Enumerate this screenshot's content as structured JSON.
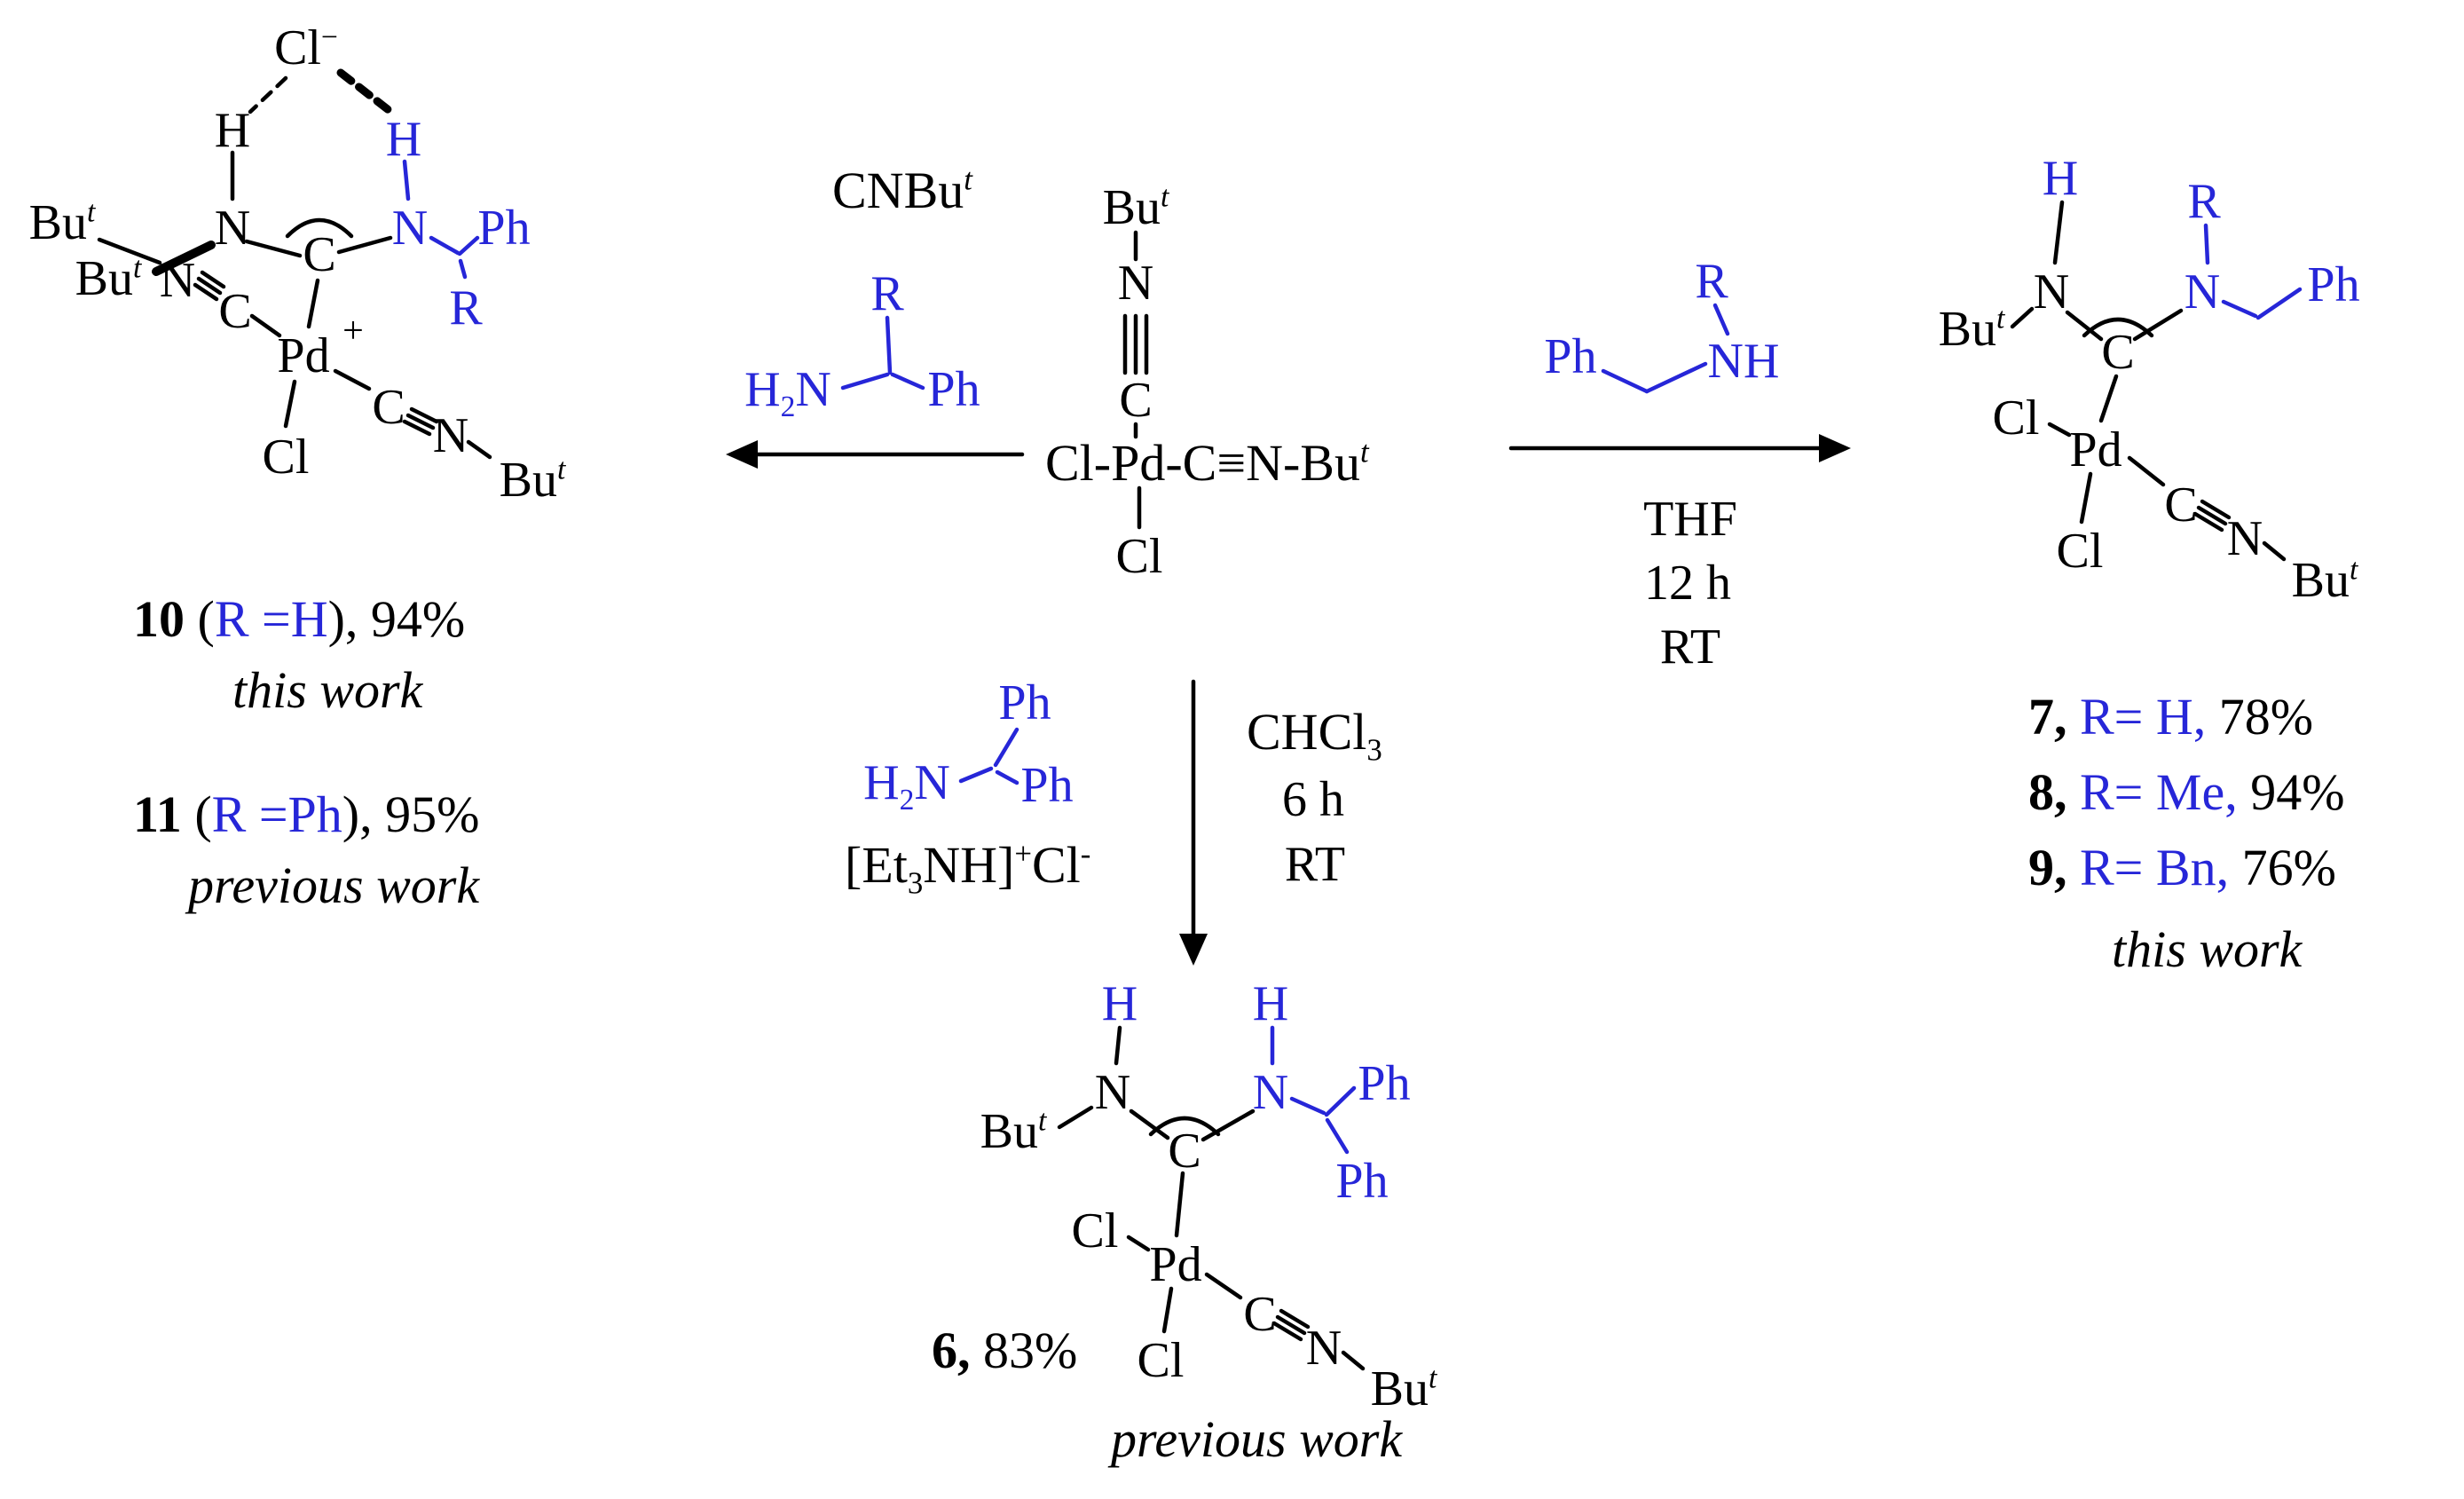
{
  "colors": {
    "blue": "#2626d8",
    "black": "#000000"
  },
  "sym": {
    "Bu": "Bu",
    "t": "t",
    "N": "N",
    "C": "C",
    "H": "H",
    "Cl": "Cl",
    "Pd": "Pd",
    "Ph": "Ph",
    "R": "R",
    "NH": "NH",
    "plus": "+",
    "minus": "−",
    "sub2": "2",
    "sub3": "3"
  },
  "central": {
    "backbone": "Cl-Pd-C≡N-Bu",
    "backbone_sup": "t"
  },
  "reagents": {
    "left": {
      "cnbu": "CNBu",
      "cnbu_sup": "t"
    },
    "right": {
      "solvent": "THF",
      "time": "12 h",
      "temp": "RT"
    },
    "down": {
      "solvent": "CHCl",
      "solvent_sub": "3",
      "time": "6 h",
      "temp": "RT",
      "salt_pre": "[Et",
      "salt_sub": "3",
      "salt_mid": "NH]",
      "salt_plus": "+",
      "salt_cl": "Cl",
      "salt_minus": "-"
    }
  },
  "labels": {
    "p10": {
      "num": "10",
      "open": " (",
      "r": "R =H",
      "close": "), 94%"
    },
    "p11": {
      "num": "11",
      "open": " (",
      "r": "R =Ph",
      "close": "), 95%"
    },
    "p7": {
      "num": "7,",
      "r": " R= H,",
      "rest": " 78%"
    },
    "p8": {
      "num": "8,",
      "r": " R= Me,",
      "rest": " 94%"
    },
    "p9": {
      "num": "9,",
      "r": " R= Bn,",
      "rest": " 76%"
    },
    "p6": {
      "num": "6,",
      "rest": " 83%"
    },
    "this_work": "this work",
    "previous_work": "previous work"
  }
}
